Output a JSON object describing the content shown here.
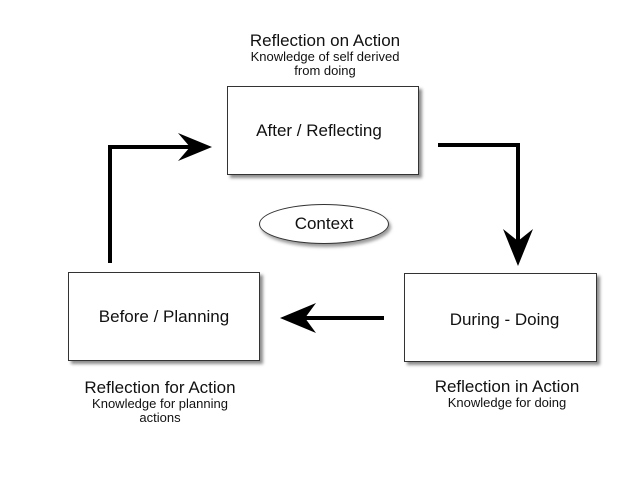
{
  "nodes": {
    "top": {
      "label": "After / Reflecting"
    },
    "left": {
      "label": "Before / Planning"
    },
    "right": {
      "label": "During - Doing"
    },
    "center": {
      "label": "Context"
    }
  },
  "captions": {
    "top": {
      "title": "Reflection on Action",
      "sub_line1": "Knowledge of self derived",
      "sub_line2": "from doing"
    },
    "left": {
      "title": "Reflection for Action",
      "sub_line1": "Knowledge for planning",
      "sub_line2": "actions"
    },
    "right": {
      "title": "Reflection in Action",
      "sub_line1": "Knowledge for doing"
    }
  },
  "colors": {
    "arrow": "#000000",
    "box_border": "#333333",
    "background": "#ffffff"
  }
}
